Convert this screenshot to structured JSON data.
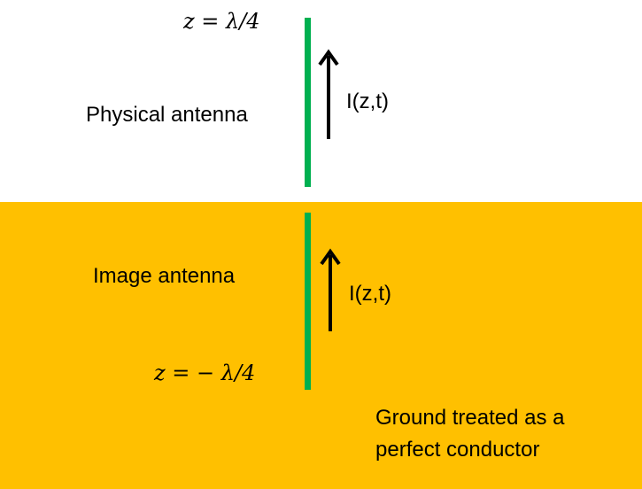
{
  "labels": {
    "top_position": "z = λ/4",
    "bottom_position": "z = − λ/4",
    "physical_antenna": "Physical antenna",
    "image_antenna": "Image antenna",
    "current_top": "I(z,t)",
    "current_bottom": "I(z,t)",
    "ground_line1": "Ground treated as a",
    "ground_line2": "perfect conductor"
  },
  "colors": {
    "ground": "#FFC000",
    "antenna": "#00B050",
    "arrow": "#000000"
  },
  "icons": {
    "current_arrow": "arrow-up-icon"
  }
}
